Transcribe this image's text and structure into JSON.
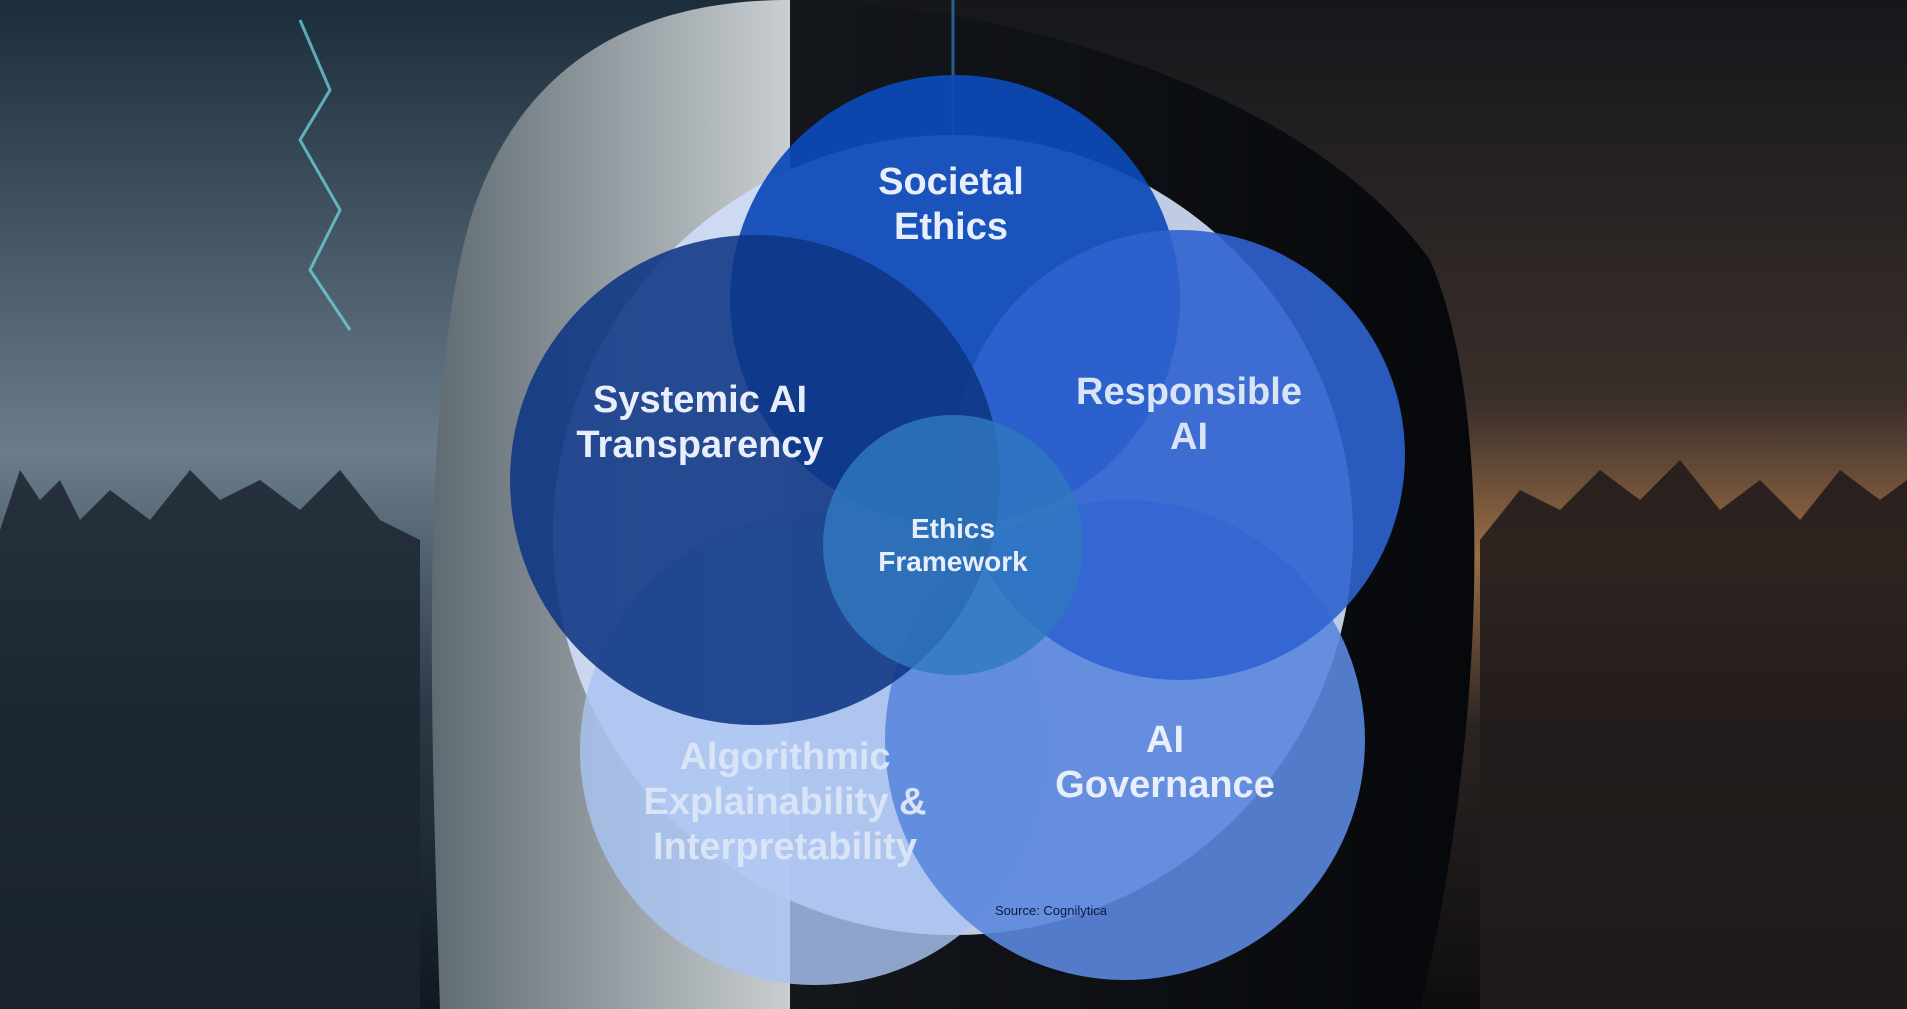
{
  "diagram": {
    "center": {
      "label": "Ethics\nFramework"
    },
    "circles": [
      {
        "id": "societal",
        "label": "Societal\nEthics",
        "color": "#0c49b8"
      },
      {
        "id": "systemic",
        "label": "Systemic AI\nTransparency",
        "color": "#0e3583"
      },
      {
        "id": "responsible",
        "label": "Responsible\nAI",
        "color": "#2f63cf"
      },
      {
        "id": "governance",
        "label": "AI\nGovernance",
        "color": "#5b87de"
      },
      {
        "id": "algorithmic",
        "label": "Algorithmic\nExplainability &\nInterpretability",
        "color": "#a9c3f2"
      }
    ],
    "source": "Source: Cognilytica"
  },
  "colors": {
    "backdrop": "#cfdcf5",
    "center": "#2f79bf",
    "label_light": "#e8eefb",
    "label_pale": "#d9e4f6"
  }
}
